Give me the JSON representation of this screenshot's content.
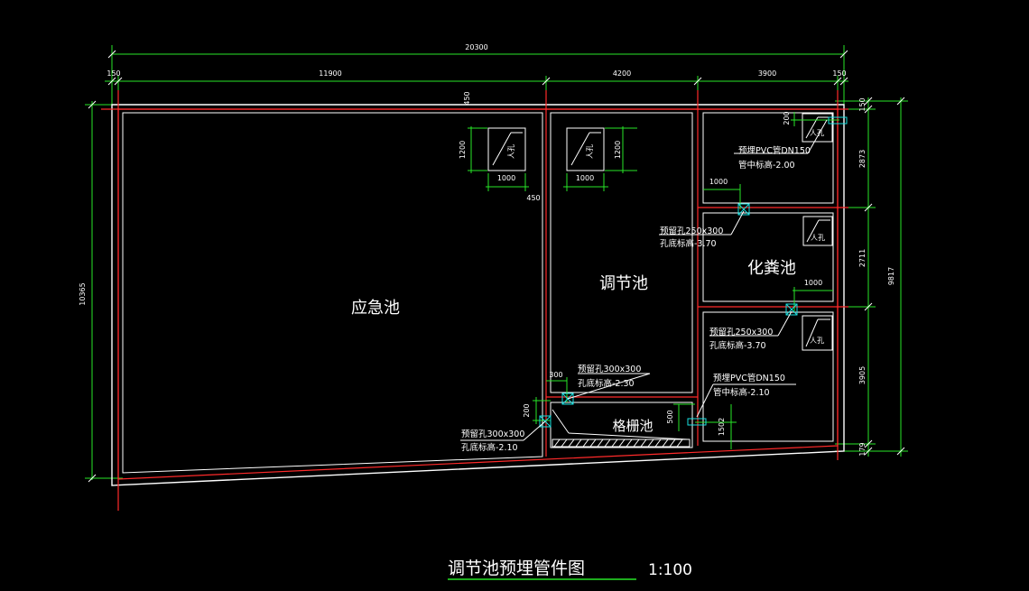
{
  "drawing": {
    "title": "调节池预埋管件图",
    "scale": "1:100",
    "rooms": {
      "emergency": "应急池",
      "regulating": "调节池",
      "septic": "化粪池",
      "grille": "格栅池"
    },
    "manhole_label": "人孔",
    "dims_top": {
      "total": "20300",
      "d1": "150",
      "d2": "11900",
      "d3": "4200",
      "d4": "3900",
      "d5": "150"
    },
    "dims_right": {
      "total": "9817",
      "d1": "150",
      "d2": "2873",
      "d3": "2711",
      "d4": "3905",
      "d5": "179"
    },
    "dims_left": {
      "total": "10365"
    },
    "dims_internal": {
      "wall_450_a": "450",
      "wall_450_b": "450",
      "mh1_h": "1200",
      "mh1_w": "1000",
      "mh2_h": "1200",
      "mh2_w": "1000",
      "s1_w": "1000",
      "s2_w": "1000",
      "p1_200": "200",
      "p_300": "300",
      "p_200b": "200",
      "p_500": "500",
      "p_1502": "1502"
    },
    "notes": {
      "pvc_top_1": "预埋PVC管DN150",
      "pvc_top_2": "管中标高-2.00",
      "hole_a_1": "预留孔250x300",
      "hole_a_2": "孔底标高-3.70",
      "hole_b_1": "预留孔250x300",
      "hole_b_2": "孔底标高-3.70",
      "hole_c_1": "预留孔300x300",
      "hole_c_2": "孔底标高-2.30",
      "hole_d_1": "预留孔300x300",
      "hole_d_2": "孔底标高-2.10",
      "pvc_bot_1": "预埋PVC管DN150",
      "pvc_bot_2": "管中标高-2.10"
    }
  }
}
